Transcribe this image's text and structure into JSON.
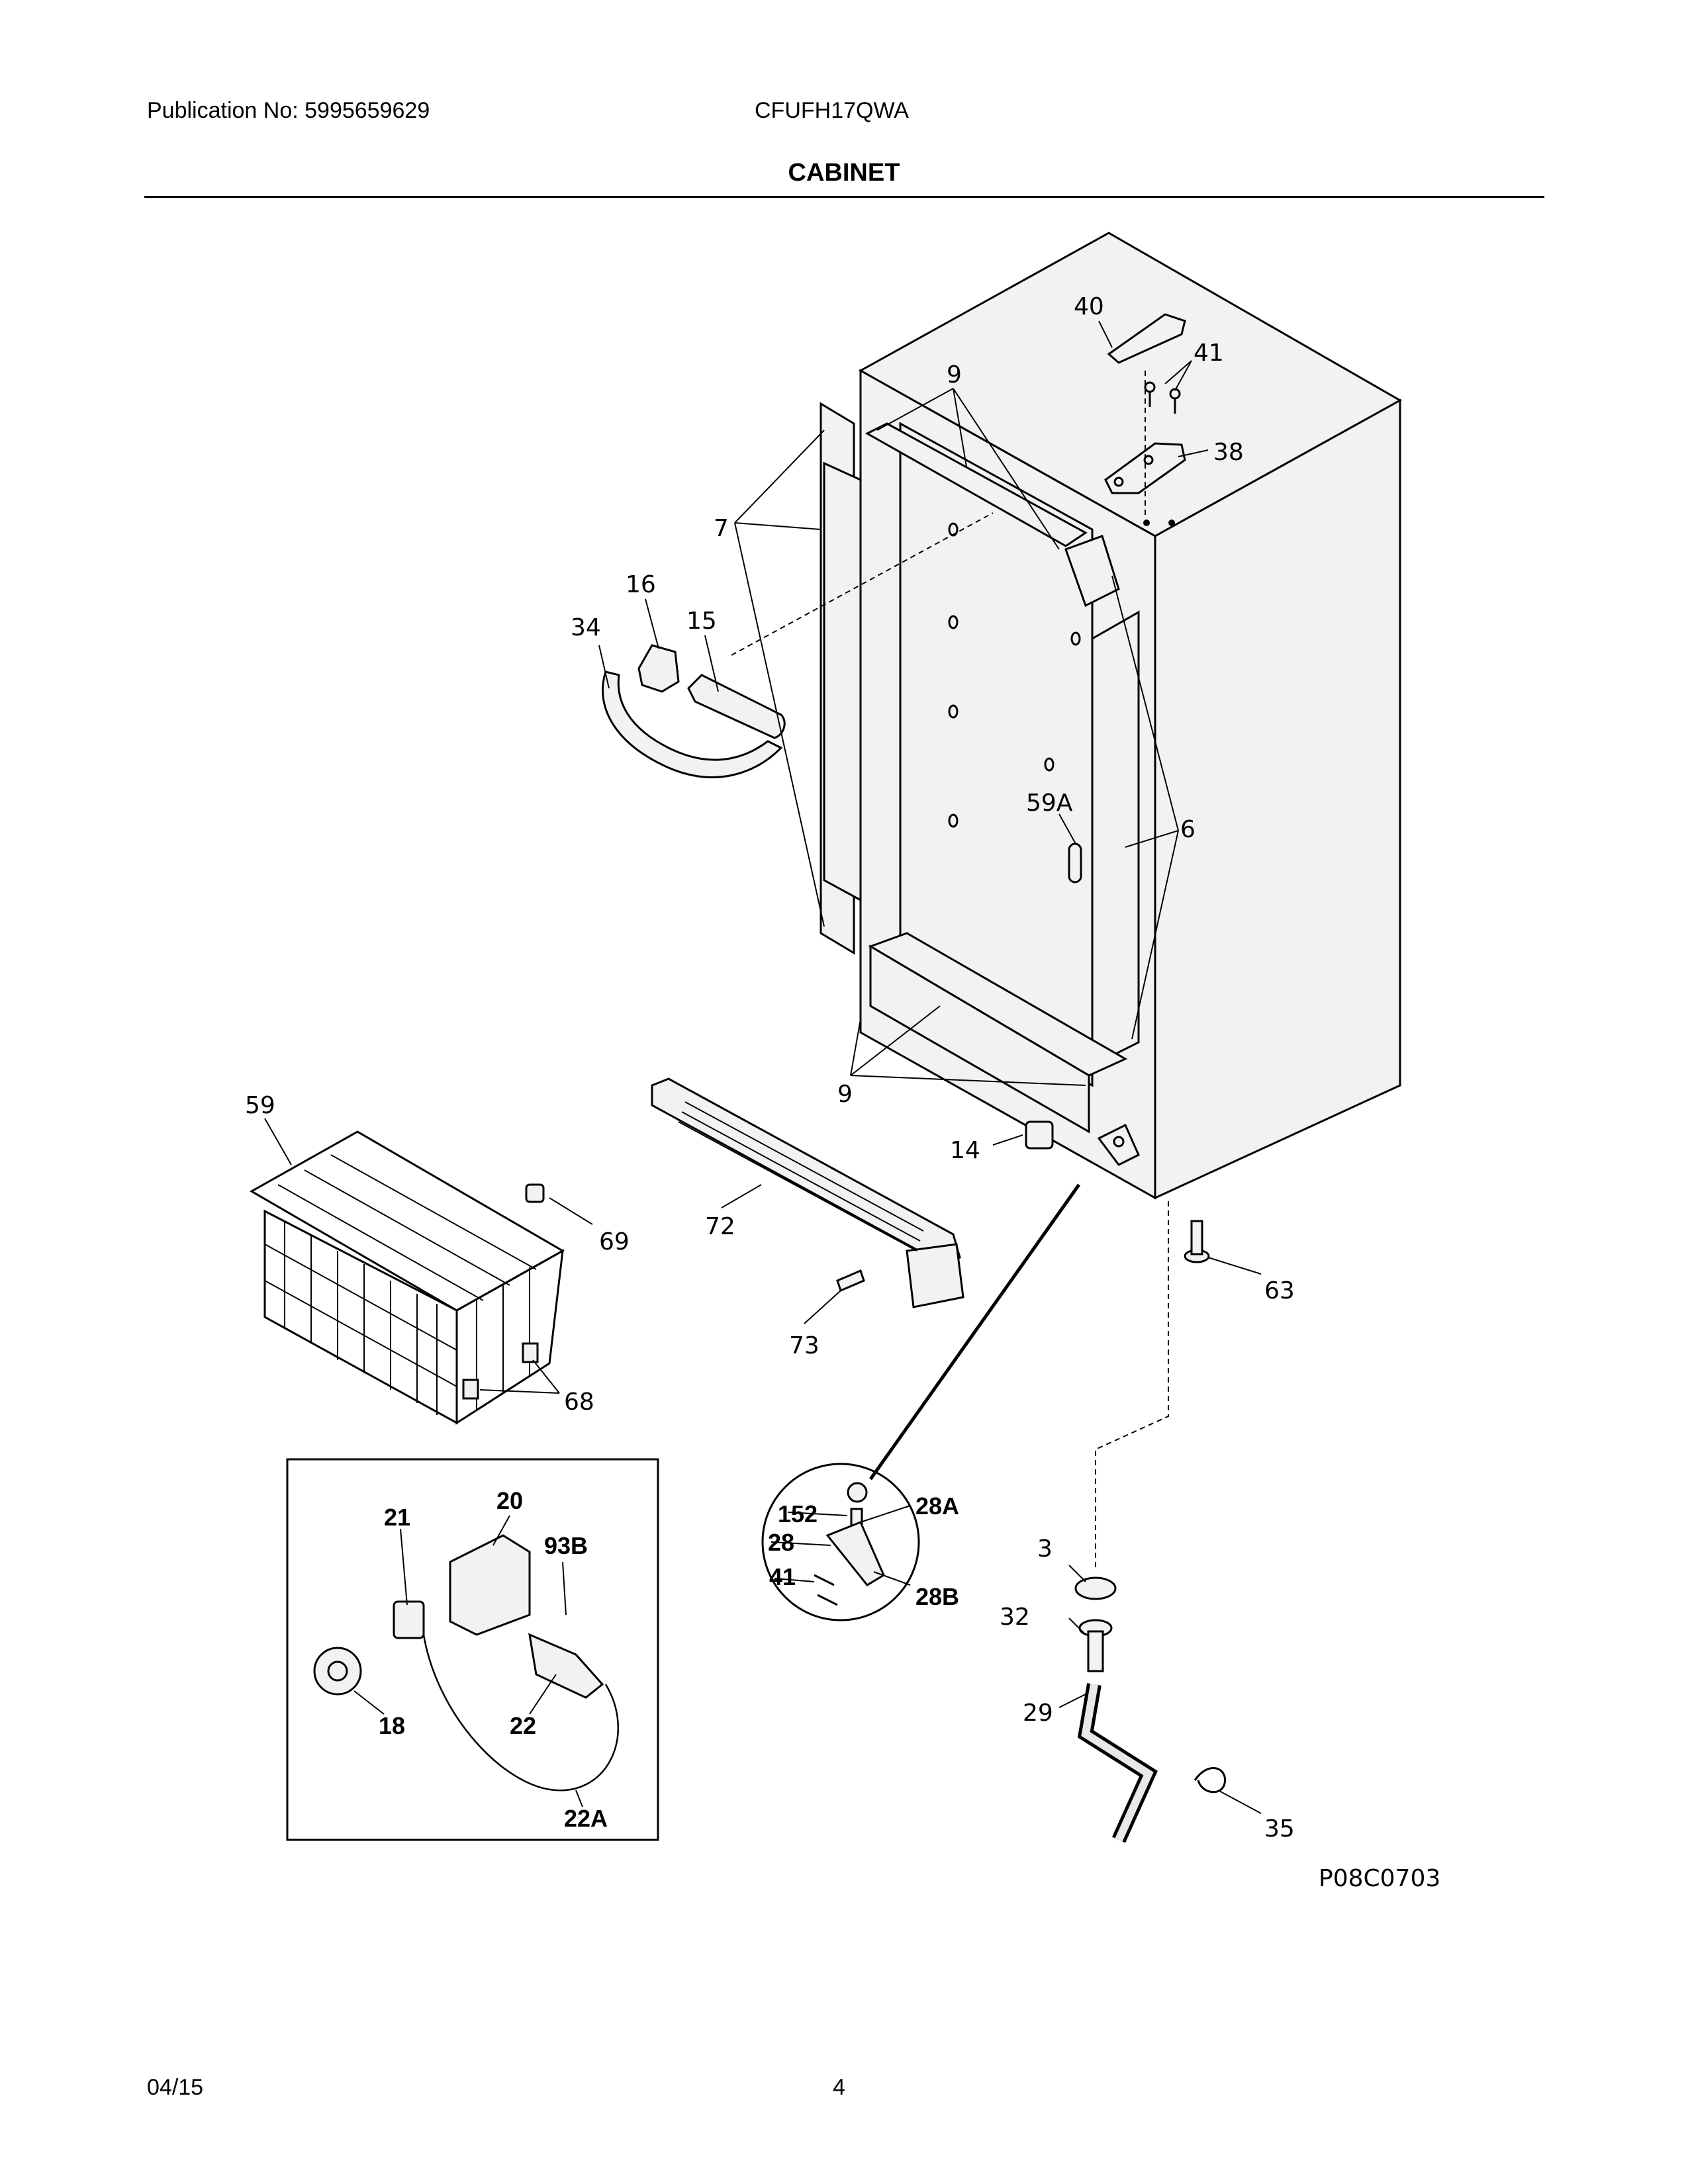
{
  "header": {
    "publication": "Publication No: 5995659629",
    "model": "CFUFH17QWA",
    "section_title": "CABINET"
  },
  "callouts": {
    "c40": "40",
    "c41a": "41",
    "c38": "38",
    "c9a": "9",
    "c7": "7",
    "c16": "16",
    "c15": "15",
    "c34": "34",
    "c59a": "59A",
    "c6": "6",
    "c59": "59",
    "c9b": "9",
    "c14": "14",
    "c69": "69",
    "c72": "72",
    "c63": "63",
    "c73": "73",
    "c68": "68",
    "c152": "152",
    "c28a": "28A",
    "c28": "28",
    "c41b": "41",
    "c28b": "28B",
    "c3": "3",
    "c32": "32",
    "c29": "29",
    "c35": "35",
    "c20": "20",
    "c21": "21",
    "c93b": "93B",
    "c18": "18",
    "c22": "22",
    "c22a": "22A"
  },
  "footer": {
    "figure_code": "P08C0703",
    "date": "04/15",
    "page": "4"
  }
}
